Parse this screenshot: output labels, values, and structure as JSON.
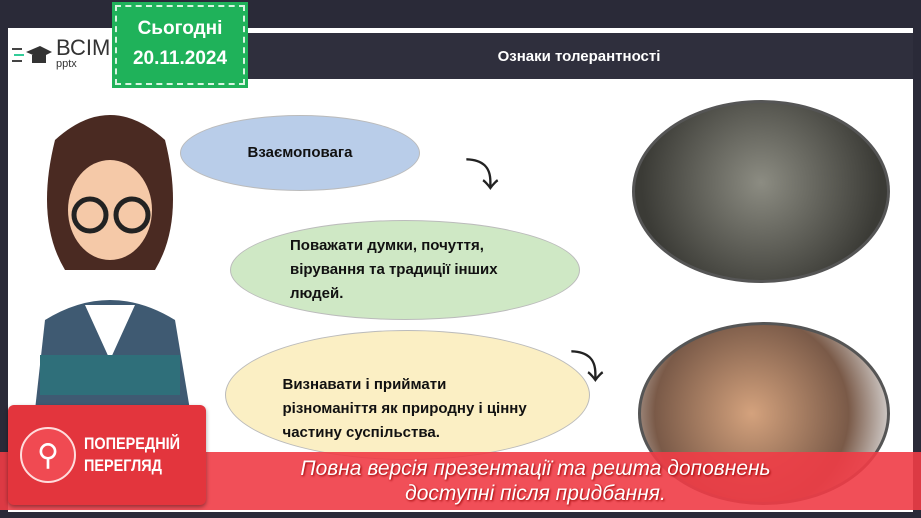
{
  "logo": {
    "main": "ВСІМ",
    "sub": "pptx"
  },
  "badge": {
    "line1": "Сьогодні",
    "line2": "20.11.2024"
  },
  "title": "Ознаки толерантності",
  "bubbles": [
    {
      "text": "Взаємоповага",
      "color": "#b9cde9"
    },
    {
      "text": "Поважати думки, почуття, вірування та традиції інших людей.",
      "color": "#cfe8c5"
    },
    {
      "text": "Визнавати і приймати різноманіття як природну і цінну частину суспільства.",
      "color": "#fbefc4"
    }
  ],
  "preview": {
    "line1": "ПОПЕРЕДНІЙ",
    "line2": "ПЕРЕГЛЯД",
    "icon": "magnifier-icon"
  },
  "banner": {
    "line1": "Повна версія презентації та решта доповнень",
    "line2": "доступні після придбання."
  }
}
